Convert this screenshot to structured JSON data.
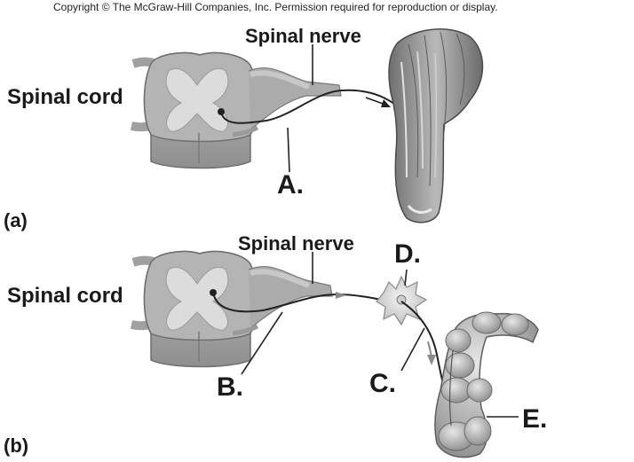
{
  "copyright": "Copyright © The McGraw-Hill Companies, Inc. Permission required for reproduction or display.",
  "panel_a": {
    "panel_label": "(a)",
    "spinal_cord_label": "Spinal cord",
    "spinal_nerve_label": "Spinal nerve",
    "label_A": "A."
  },
  "panel_b": {
    "panel_label": "(b)",
    "spinal_cord_label": "Spinal cord",
    "spinal_nerve_label": "Spinal nerve",
    "label_B": "B.",
    "label_C": "C.",
    "label_D": "D.",
    "label_E": "E."
  },
  "colors": {
    "grey_matter": "#dcdcdc",
    "white_matter": "#b4b4b4",
    "nerve": "#a6a6a6",
    "muscle": "#8a8a8a",
    "intestine": "#b8b8b8",
    "line": "#222222"
  }
}
